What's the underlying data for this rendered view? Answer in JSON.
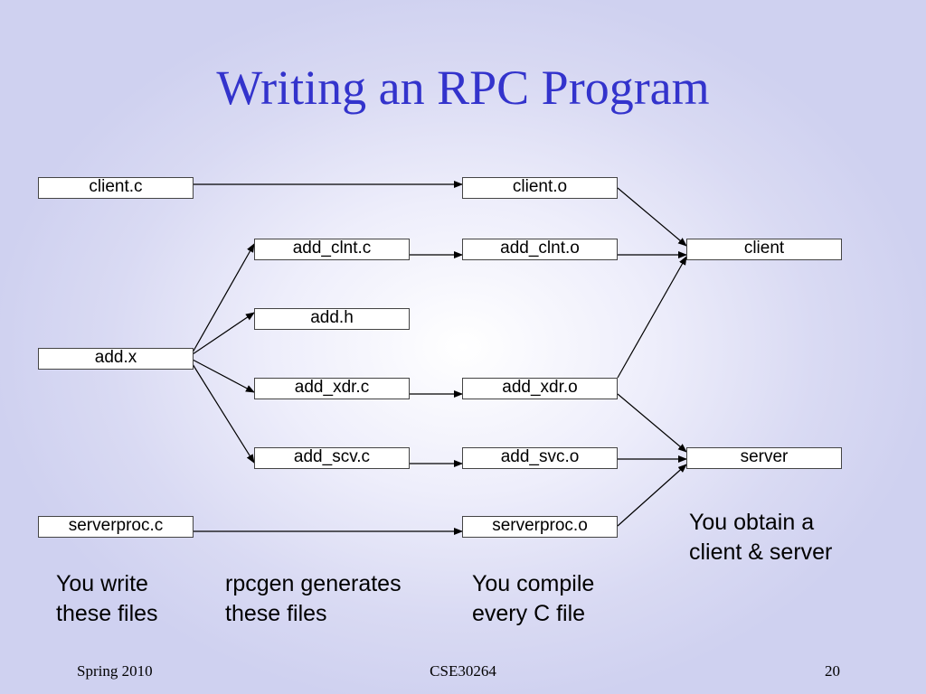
{
  "slide": {
    "title": "Writing an RPC Program"
  },
  "boxes": {
    "client_c": "client.c",
    "client_o": "client.o",
    "add_clnt_c": "add_clnt.c",
    "add_clnt_o": "add_clnt.o",
    "client": "client",
    "add_h": "add.h",
    "add_x": "add.x",
    "add_xdr_c": "add_xdr.c",
    "add_xdr_o": "add_xdr.o",
    "add_scv_c": "add_scv.c",
    "add_svc_o": "add_svc.o",
    "server": "server",
    "serverproc_c": "serverproc.c",
    "serverproc_o": "serverproc.o"
  },
  "notes": {
    "obtain_line1": "You obtain a",
    "obtain_line2": "client & server",
    "write_line1": "You write",
    "write_line2": "these files",
    "rpcgen_line1": "rpcgen generates",
    "rpcgen_line2": "these files",
    "compile_line1": "You compile",
    "compile_line2": "every C file"
  },
  "footer": {
    "left": "Spring 2010",
    "center": "CSE30264",
    "right": "20"
  },
  "colors": {
    "title": "#3333cc",
    "box_border": "#444444",
    "arrow": "#000000"
  }
}
